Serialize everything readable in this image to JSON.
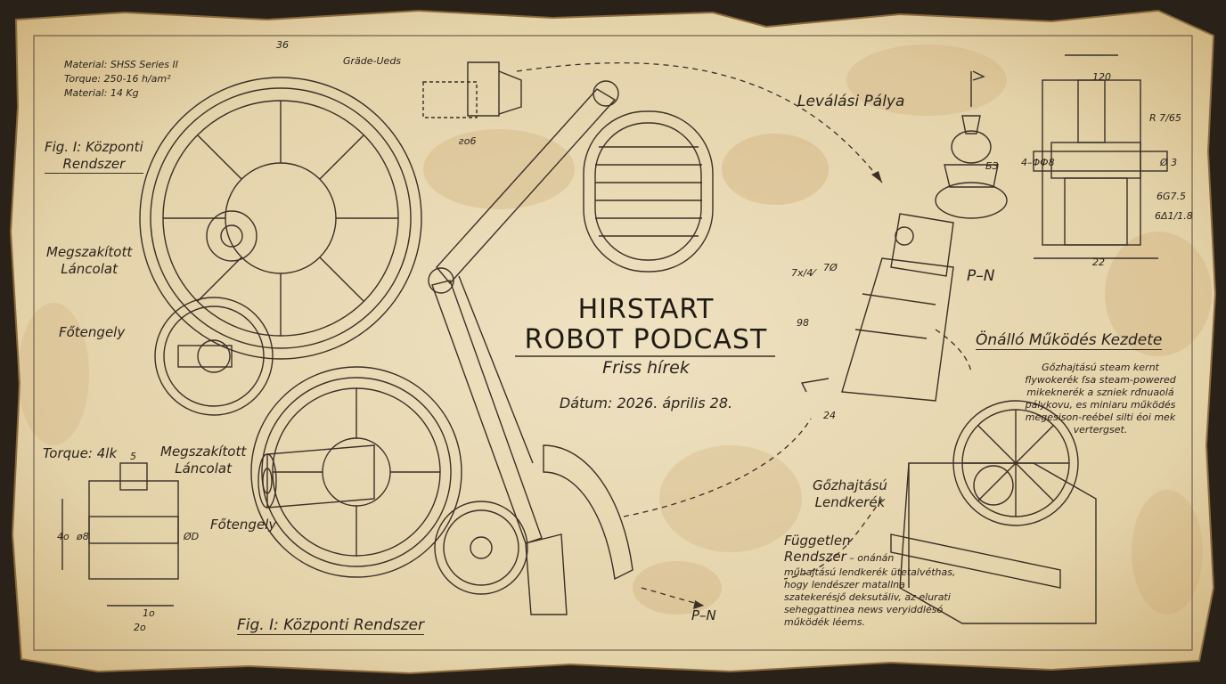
{
  "title": {
    "line1": "HIRSTART",
    "line2": "ROBOT PODCAST",
    "subtitle": "Friss hírek",
    "date": "Dátum: 2026. április 28."
  },
  "specs": {
    "line1": "Material: SHSS Series II",
    "line2": "Torque: 250-16 h/am²",
    "line3": "Material: 14 Kg"
  },
  "left": {
    "fig_top_l1": "Fig. I: Központi",
    "fig_top_l2": "Rendszer",
    "chain1_l1": "Megszakított",
    "chain1_l2": "Láncolat",
    "shaft1": "Főtengely",
    "torque": "Torque: 4lk",
    "chain2_l1": "Megszakított",
    "chain2_l2": "Láncolat",
    "shaft2": "Főtengely",
    "fig_bottom": "Fig. I: Központi Rendszer"
  },
  "dims": {
    "top36": "36",
    "stamp": "Gräde-Ueds",
    "d_bolt": "ƨo6",
    "bl_5": "5",
    "bl_10": "1o",
    "bl_20": "2o",
    "bl_40": "4o",
    "bl_o8": "ø8",
    "bl_od": "ØD",
    "tr_120": "120",
    "tr_r": "R 7/65",
    "tr_a": "Ø 3",
    "tr_b": "6G7.5",
    "tr_c": "6Δ1/1.8",
    "tr_22": "22",
    "tr_left": "4–ΦФ8",
    "tr_lft2": "ƂЗ",
    "tw_1": "7x/4⁄",
    "tw_2": "7Ø",
    "tw_3": "98",
    "tw_4": "24"
  },
  "right": {
    "path": "Leválási Pálya",
    "pn1": "P–N",
    "start": "Önálló Működés Kezdete",
    "note": "Gőzhajtású steam kernt flywokerék ſsa steam-powered mikeknerék a szniek rđnuaolá pálykovu, es miniaru működés megesison-reébel silti éoi mek vertergset.",
    "flywheel_l1": "Gőzhajtású",
    "flywheel_l2": "Lendkerék",
    "indep_l1": "Független",
    "indep_l2": "Rendszer",
    "indep_tail": " – onánán",
    "indep_body": "műhajtású lendkerék ütetalvéthas, hogy lendészer matallna szatekerésjő deksutáliv, az elurati seheggattinea news veryiddlésó működék léems.",
    "pn2": "P–N"
  },
  "colors": {
    "paper": "#e6d7b4",
    "ink": "#2b241c",
    "stain": "#c9a36a"
  }
}
